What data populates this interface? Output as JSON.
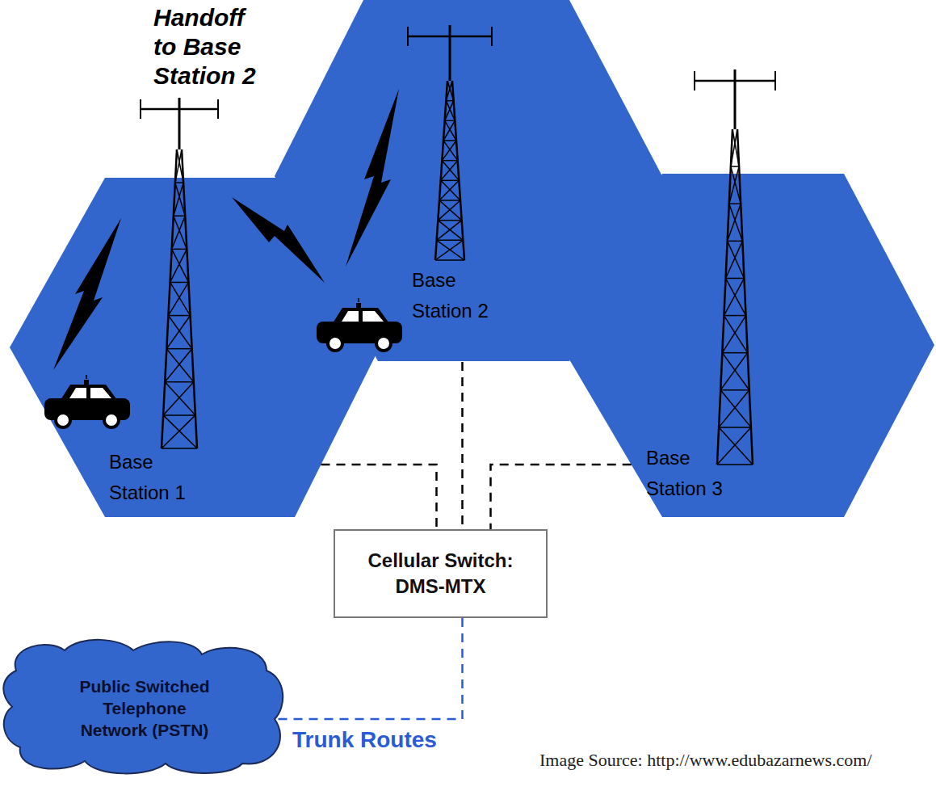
{
  "diagram": {
    "nodes": [
      {
        "text": [
          "Base Station 1"
        ]
      },
      {
        "text": [
          "Base Station 2"
        ]
      },
      {
        "text": [
          "Base Station 3"
        ]
      },
      {
        "text": [
          "Cellular Switch: DMS-MTX"
        ]
      },
      {
        "text": [
          "Public Switched Telephone Network (PSTN)"
        ]
      }
    ],
    "edges": [
      {
        "from": 0,
        "to": 3,
        "arrow": "none"
      },
      {
        "from": 1,
        "to": 3,
        "arrow": "none"
      },
      {
        "from": 2,
        "to": 3,
        "arrow": "none"
      },
      {
        "from": 3,
        "to": 4,
        "label": "Trunk Routes",
        "arrow": "none"
      }
    ],
    "labels": [
      "Handoff to Base Station 2",
      "Image Source: http://www.edubazarnews.com/"
    ]
  }
}
